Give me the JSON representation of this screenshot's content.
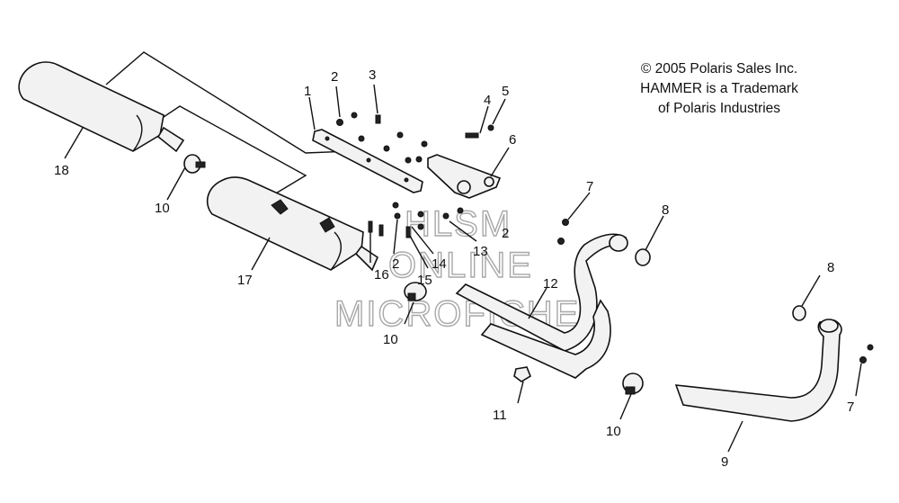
{
  "notice": {
    "line1": "© 2005 Polaris Sales Inc.",
    "line2": "HAMMER is a Trademark",
    "line3": "of Polaris Industries"
  },
  "watermark": {
    "line1": "HLSM",
    "line2": "ONLINE",
    "line3": "MICROFICHE"
  },
  "callouts": {
    "c1": "1",
    "c2": "2",
    "c2b": "2",
    "c2c": "2",
    "c3": "3",
    "c4": "4",
    "c5": "5",
    "c6": "6",
    "c7": "7",
    "c7b": "7",
    "c8": "8",
    "c8b": "8",
    "c9": "9",
    "c10": "10",
    "c10b": "10",
    "c10c": "10",
    "c11": "11",
    "c12": "12",
    "c13": "13",
    "c14": "14",
    "c15": "15",
    "c16": "16",
    "c17": "17",
    "c18": "18"
  }
}
